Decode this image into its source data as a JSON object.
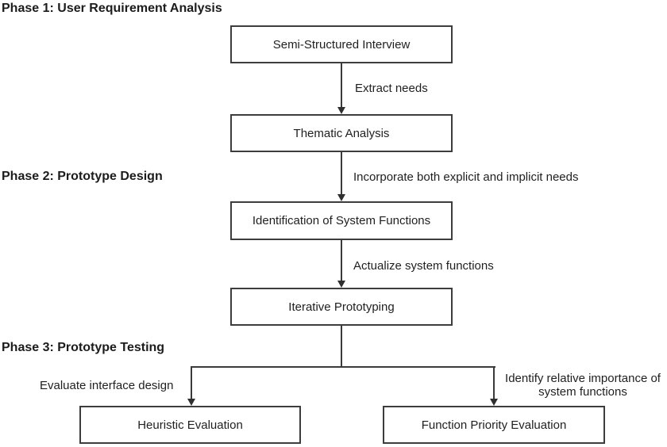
{
  "diagram": {
    "background": "#ffffff",
    "colors": {
      "line": "#3a3a3a",
      "box_border": "#3d3d3d",
      "text": "#1f1f1f"
    },
    "phases": [
      {
        "label": "Phase 1: User Requirement Analysis"
      },
      {
        "label": "Phase 2: Prototype Design"
      },
      {
        "label": "Phase 3: Prototype Testing"
      }
    ],
    "nodes": [
      {
        "label": "Semi-Structured Interview"
      },
      {
        "label": "Thematic Analysis"
      },
      {
        "label": "Identification of System Functions"
      },
      {
        "label": "Iterative Prototyping"
      },
      {
        "label": "Heuristic Evaluation"
      },
      {
        "label": "Function Priority Evaluation"
      }
    ],
    "edges": [
      {
        "label": "Extract needs",
        "from": "Semi-Structured Interview",
        "to": "Thematic Analysis"
      },
      {
        "label": "Incorporate both explicit and implicit needs",
        "from": "Thematic Analysis",
        "to": "Identification of System Functions"
      },
      {
        "label": "Actualize system functions",
        "from": "Identification of System Functions",
        "to": "Iterative Prototyping"
      },
      {
        "label": "Evaluate interface design",
        "from": "Iterative Prototyping",
        "to": "Heuristic Evaluation"
      },
      {
        "label": "Identify relative importance of system functions",
        "from": "Iterative Prototyping",
        "to": "Function Priority Evaluation"
      }
    ]
  }
}
